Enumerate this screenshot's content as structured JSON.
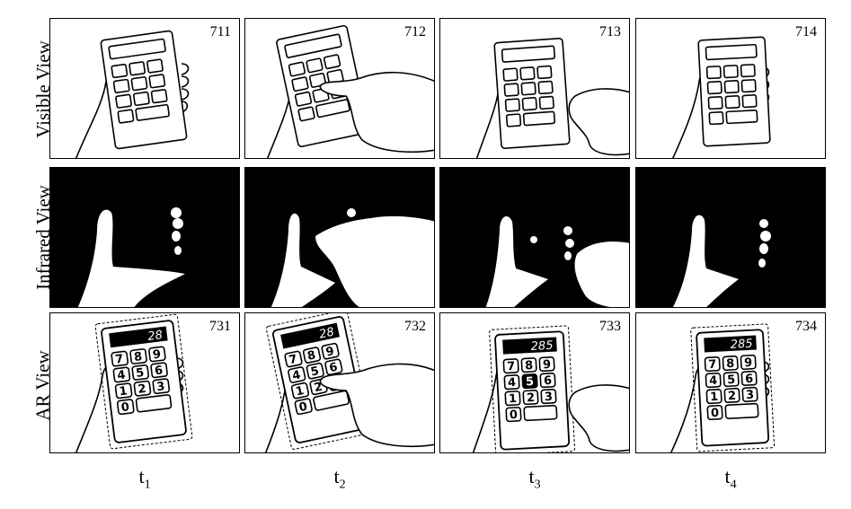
{
  "row_labels": {
    "visible": "Visible View",
    "infrared": "Infrared View",
    "ar": "AR View"
  },
  "panels": {
    "visible": [
      "711",
      "712",
      "713",
      "714"
    ],
    "ar": [
      "731",
      "732",
      "733",
      "734"
    ]
  },
  "time_labels": [
    {
      "base": "t",
      "sub": "1"
    },
    {
      "base": "t",
      "sub": "2"
    },
    {
      "base": "t",
      "sub": "3"
    },
    {
      "base": "t",
      "sub": "4"
    }
  ],
  "ar_displays": [
    "28",
    "28",
    "285",
    "285"
  ],
  "keypad": [
    "7",
    "8",
    "9",
    "4",
    "5",
    "6",
    "1",
    "2",
    "3",
    "0"
  ],
  "highlighted_key": {
    "panel": "733",
    "key": "5"
  }
}
